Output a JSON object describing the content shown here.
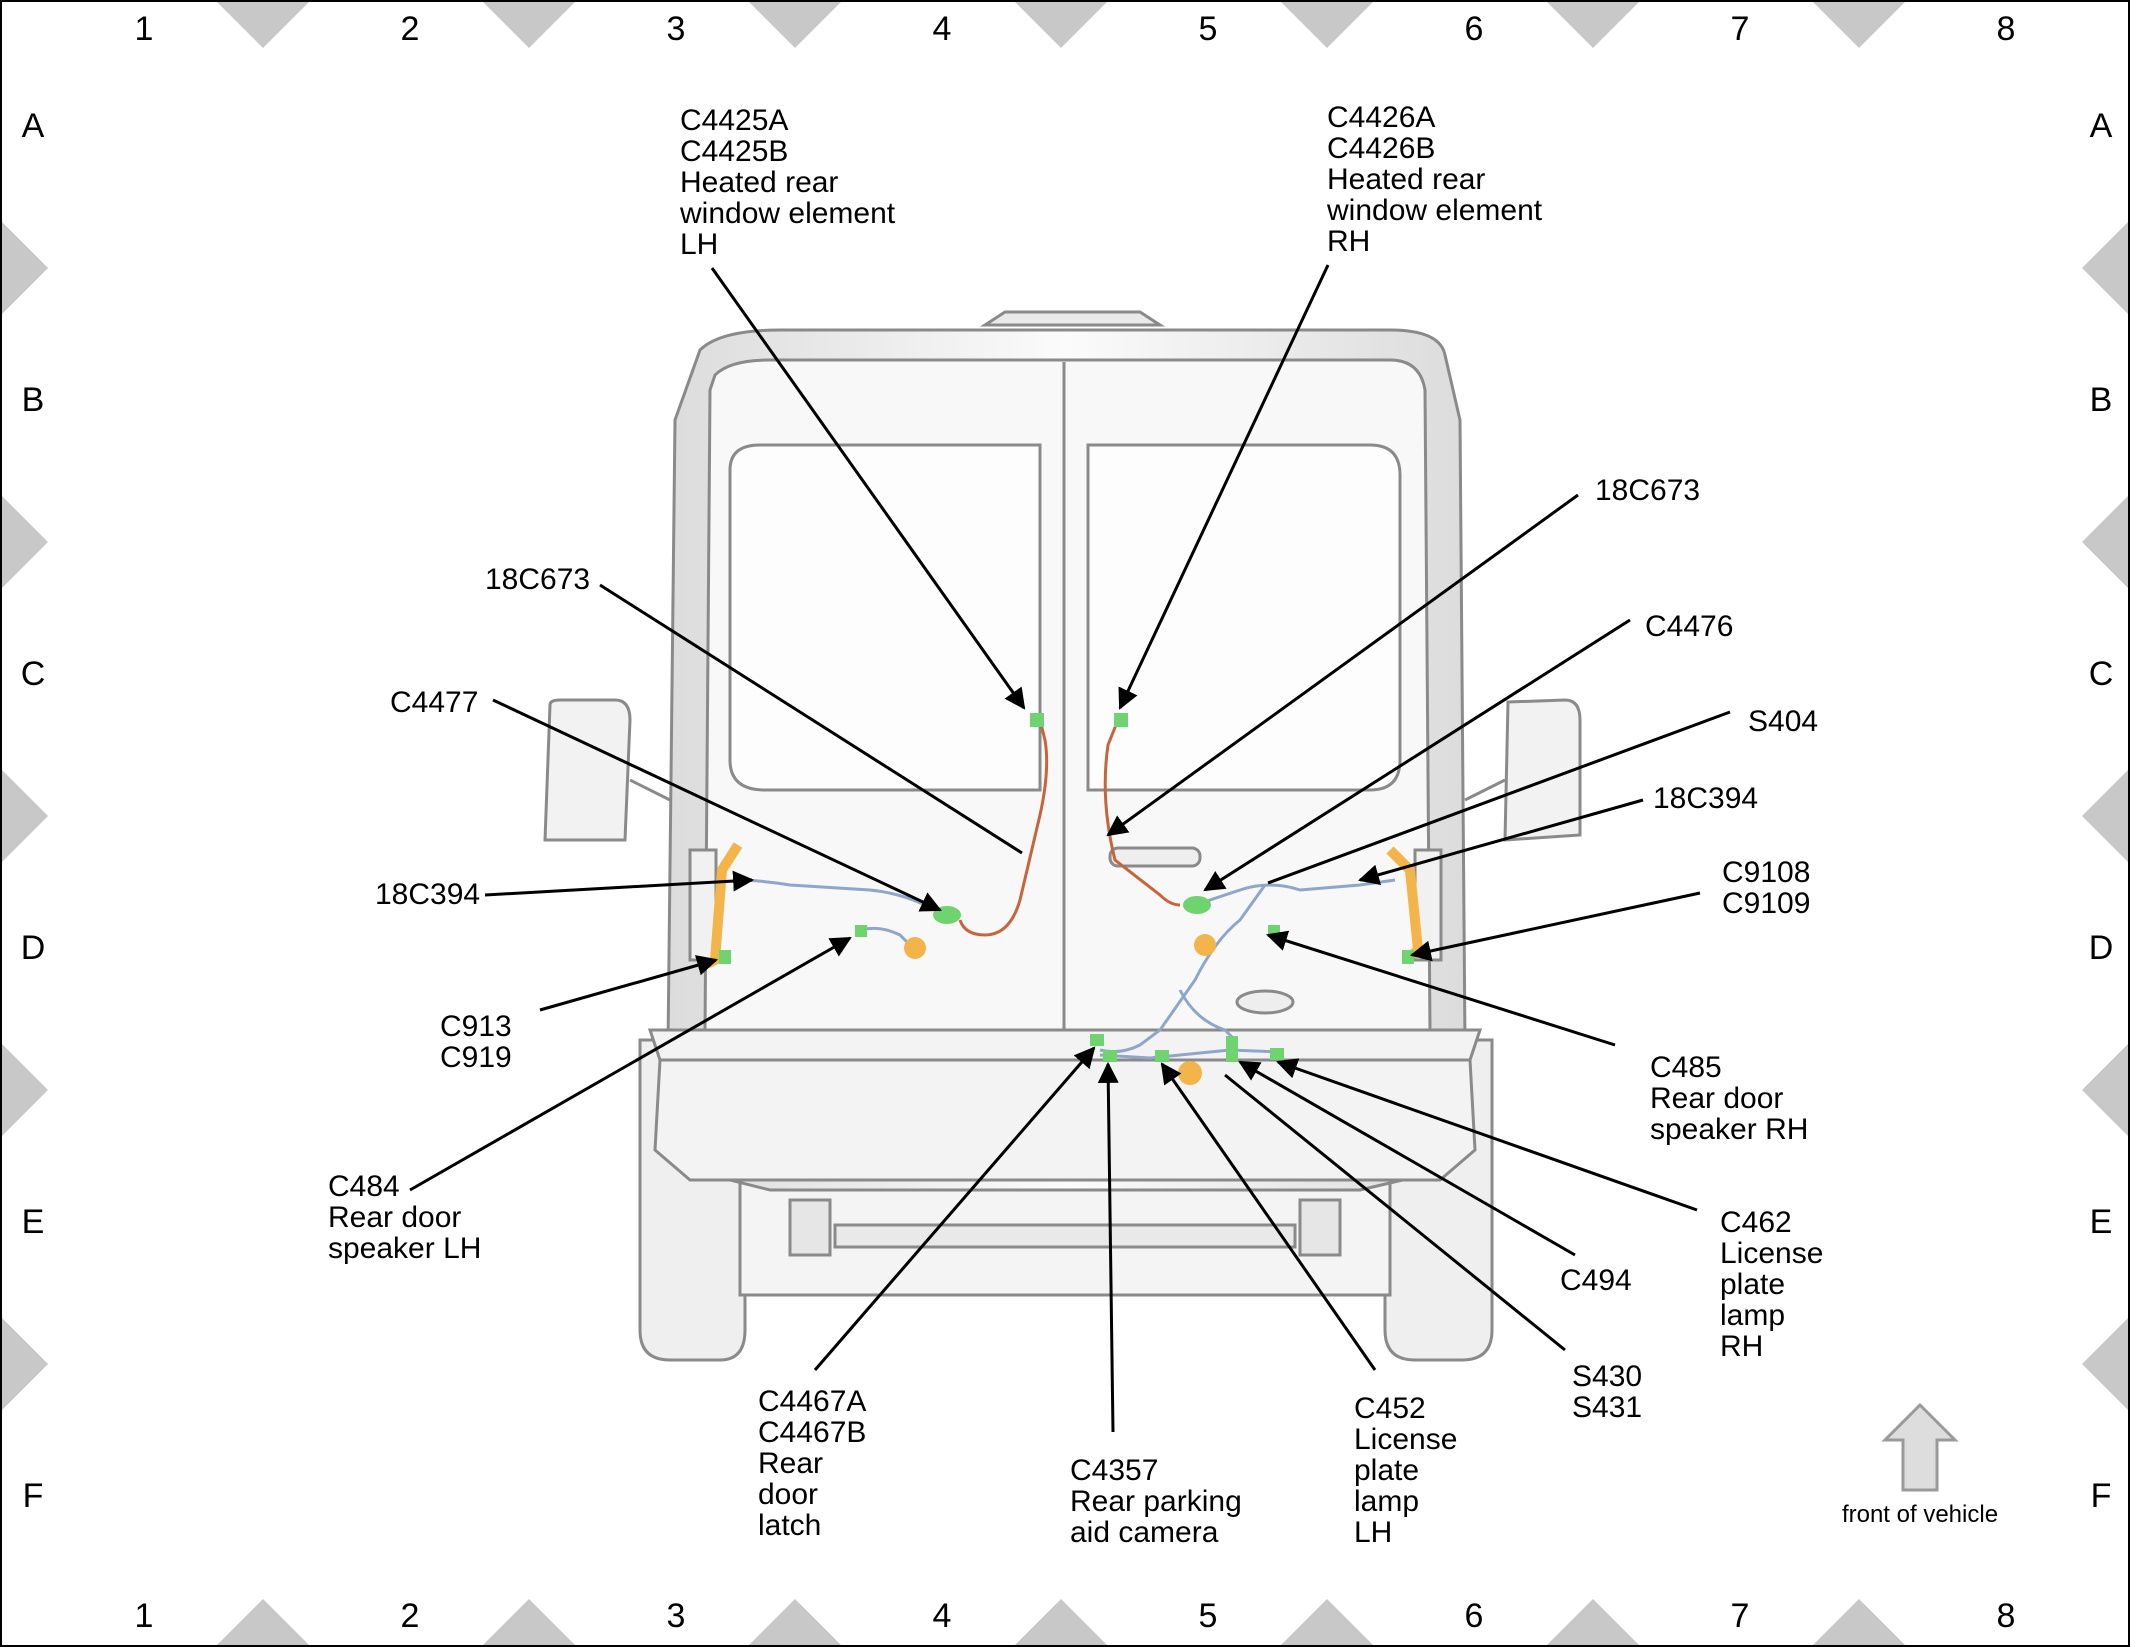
{
  "grid": {
    "columns": [
      "1",
      "2",
      "3",
      "4",
      "5",
      "6",
      "7",
      "8"
    ],
    "rows": [
      "A",
      "B",
      "C",
      "D",
      "E",
      "F"
    ]
  },
  "callouts": [
    {
      "id": "c4425",
      "lines": [
        "C4425A",
        "C4425B",
        "Heated rear",
        "window element",
        "LH"
      ]
    },
    {
      "id": "c4426",
      "lines": [
        "C4426A",
        "C4426B",
        "Heated rear",
        "window element",
        "RH"
      ]
    },
    {
      "id": "c18c673-right",
      "lines": [
        "18C673"
      ]
    },
    {
      "id": "c18c673-left",
      "lines": [
        "18C673"
      ]
    },
    {
      "id": "c4477",
      "lines": [
        "C4477"
      ]
    },
    {
      "id": "c4476",
      "lines": [
        "C4476"
      ]
    },
    {
      "id": "s404",
      "lines": [
        "S404"
      ]
    },
    {
      "id": "c18c394-right",
      "lines": [
        "18C394"
      ]
    },
    {
      "id": "c18c394-left",
      "lines": [
        "18C394"
      ]
    },
    {
      "id": "c9108",
      "lines": [
        "C9108",
        "C9109"
      ]
    },
    {
      "id": "c913",
      "lines": [
        "C913",
        "C919"
      ]
    },
    {
      "id": "c485",
      "lines": [
        "C485",
        "Rear door",
        "speaker RH"
      ]
    },
    {
      "id": "c484",
      "lines": [
        "C484",
        "Rear door",
        "speaker LH"
      ]
    },
    {
      "id": "c462",
      "lines": [
        "C462",
        "License",
        "plate",
        "lamp",
        "RH"
      ]
    },
    {
      "id": "c494",
      "lines": [
        "C494"
      ]
    },
    {
      "id": "s430",
      "lines": [
        "S430",
        "S431"
      ]
    },
    {
      "id": "c4467",
      "lines": [
        "C4467A",
        "C4467B",
        "Rear",
        "door",
        "latch"
      ]
    },
    {
      "id": "c4357",
      "lines": [
        "C4357",
        "Rear parking",
        "aid camera"
      ]
    },
    {
      "id": "c452",
      "lines": [
        "C452",
        "License",
        "plate",
        "lamp",
        "LH"
      ]
    }
  ],
  "orientation": {
    "label": "front of vehicle",
    "icon": "up-arrow-icon"
  },
  "colors": {
    "connector": "#6fd36f",
    "harness_orange": "#f3b44a",
    "harness_blue": "#8ea6c9",
    "harness_red": "#c8643c",
    "vehicle_outline": "#9a9a9a",
    "marker": "#c8c8c8"
  }
}
